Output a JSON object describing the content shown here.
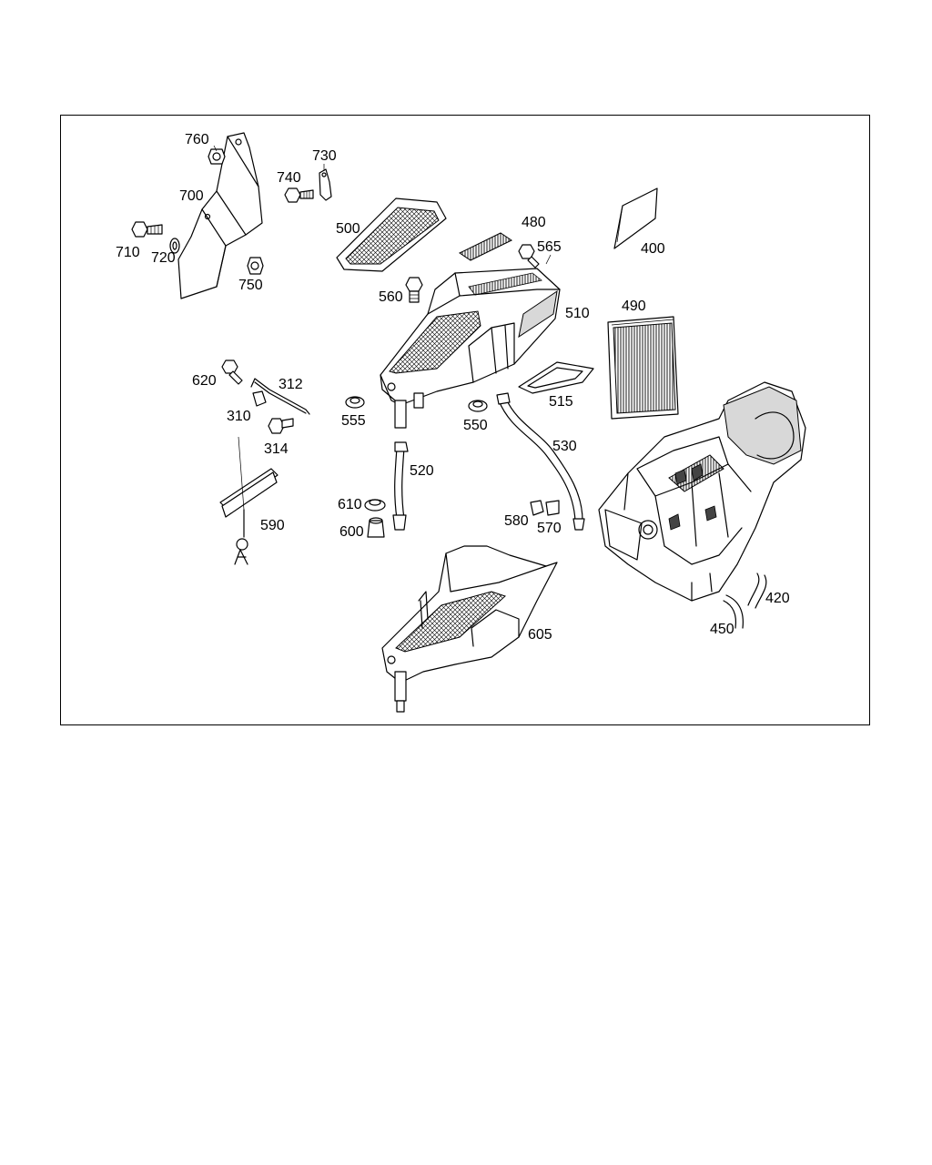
{
  "diagram": {
    "labels": {
      "p760": "760",
      "p730": "730",
      "p740": "740",
      "p700": "700",
      "p710": "710",
      "p720": "720",
      "p750": "750",
      "p500": "500",
      "p480": "480",
      "p565": "565",
      "p400": "400",
      "p560": "560",
      "p510": "510",
      "p490": "490",
      "p620": "620",
      "p312": "312",
      "p310": "310",
      "p314": "314",
      "p555": "555",
      "p550": "550",
      "p515": "515",
      "p530": "530",
      "p520": "520",
      "p610": "610",
      "p600": "600",
      "p580": "580",
      "p570": "570",
      "p590": "590",
      "p605": "605",
      "p420": "420",
      "p450": "450"
    }
  }
}
